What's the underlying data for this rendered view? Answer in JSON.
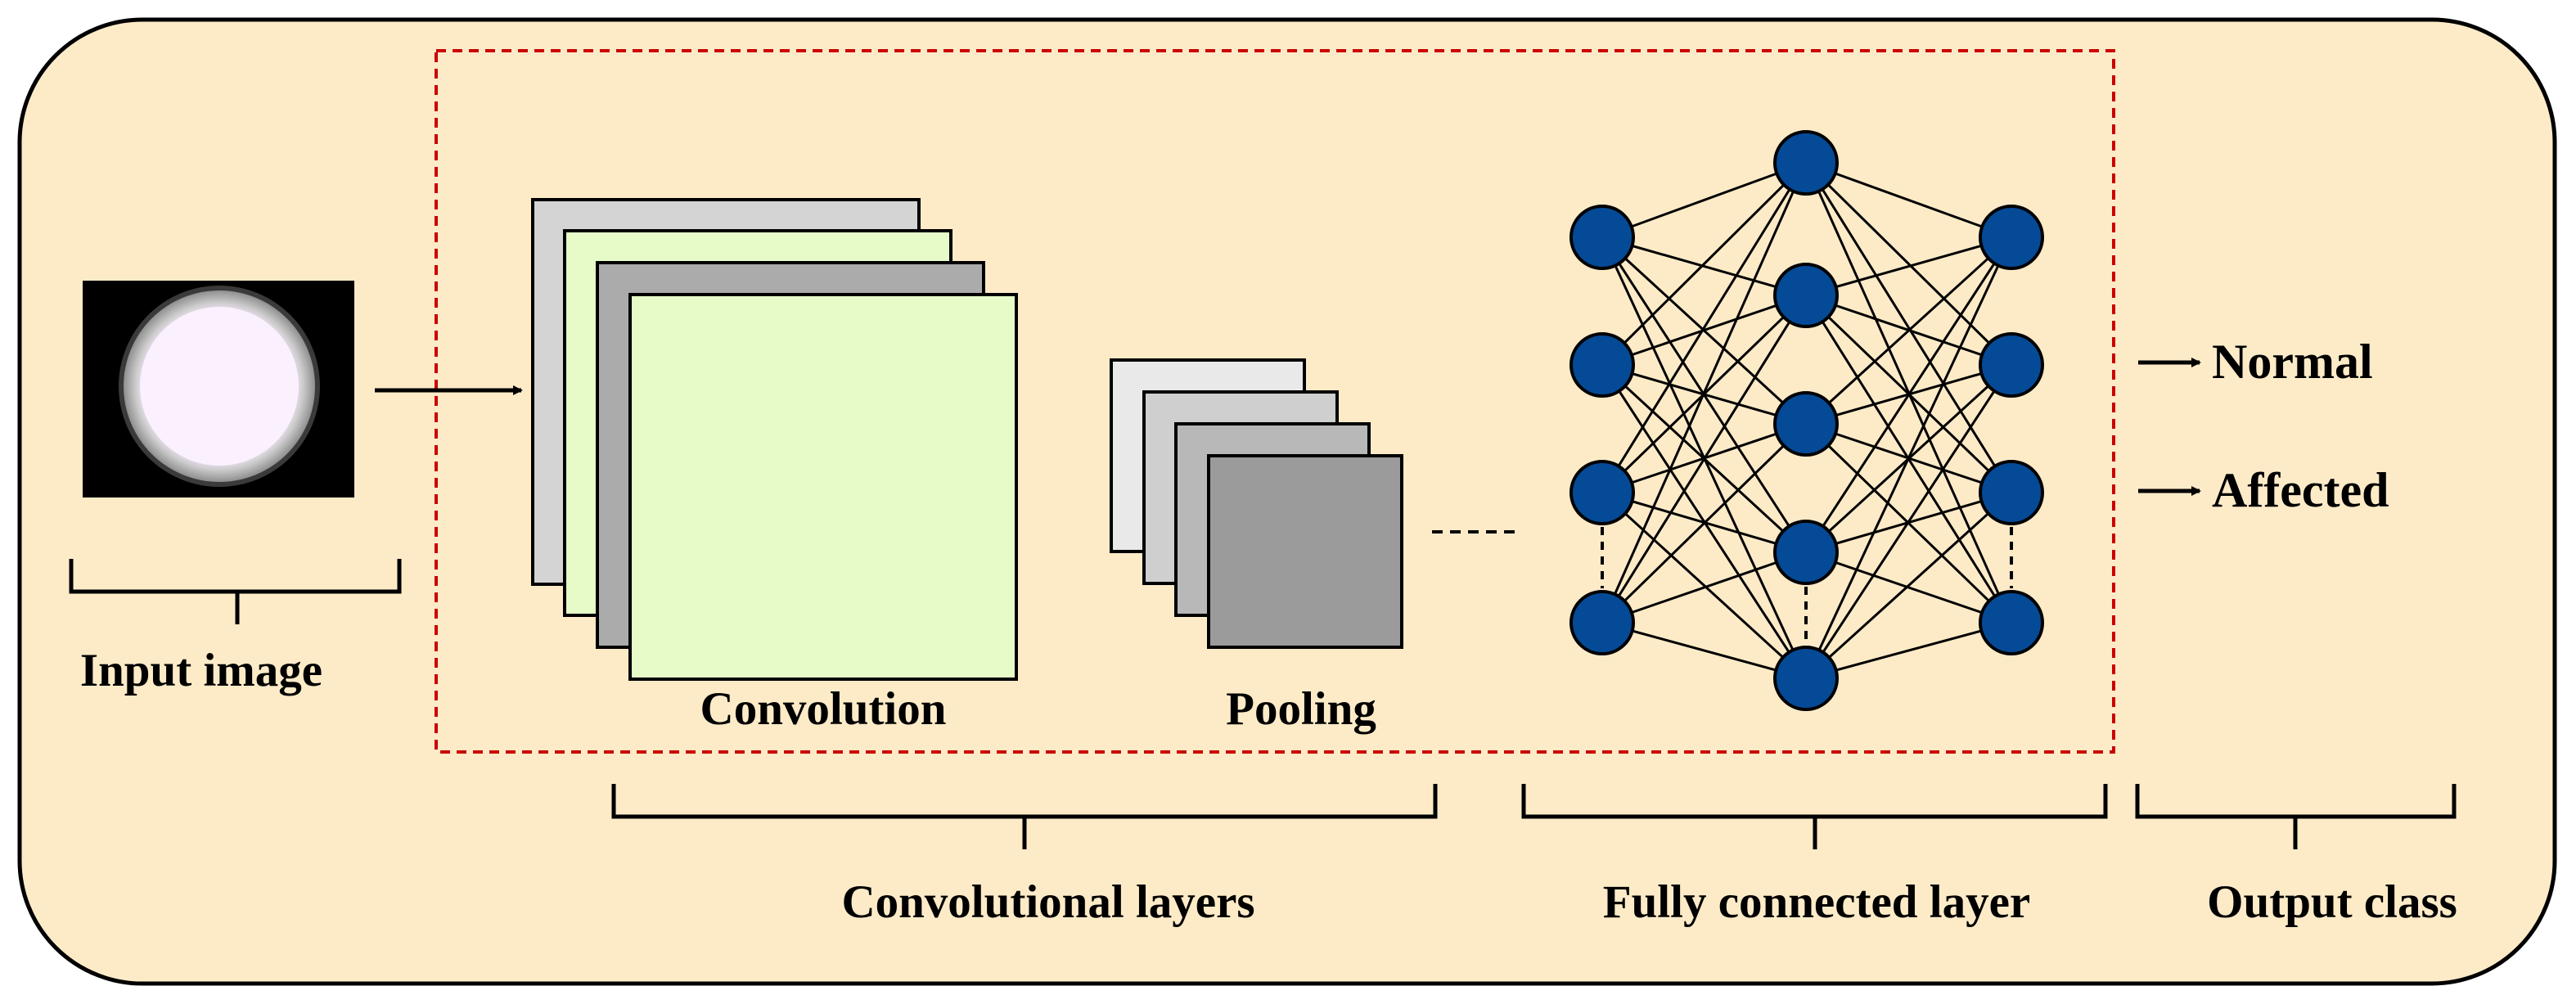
{
  "labels": {
    "input_image": "Input image",
    "convolution": "Convolution",
    "pooling": "Pooling",
    "convolutional_layers": "Convolutional layers",
    "fully_connected_layer": "Fully connected layer",
    "output_class": "Output class"
  },
  "outputs": [
    "Normal",
    "Affected"
  ],
  "network": {
    "layers": [
      4,
      5,
      4
    ],
    "elided_between_last_two_nodes": true
  },
  "colors": {
    "background_panel": "#fdebc8",
    "dashed_box": "#cc0000",
    "node_fill": "#044a96",
    "conv_light": "#e6fbc8",
    "conv_gray_a": "#d4d4d4",
    "conv_gray_b": "#ababab",
    "pool_1": "#e9e9e9",
    "pool_2": "#cfcfcf",
    "pool_3": "#b8b8b8",
    "pool_4": "#9b9b9b"
  },
  "icons": {
    "input_sample": "petri-dish-image",
    "arrow": "right-arrow-icon"
  }
}
